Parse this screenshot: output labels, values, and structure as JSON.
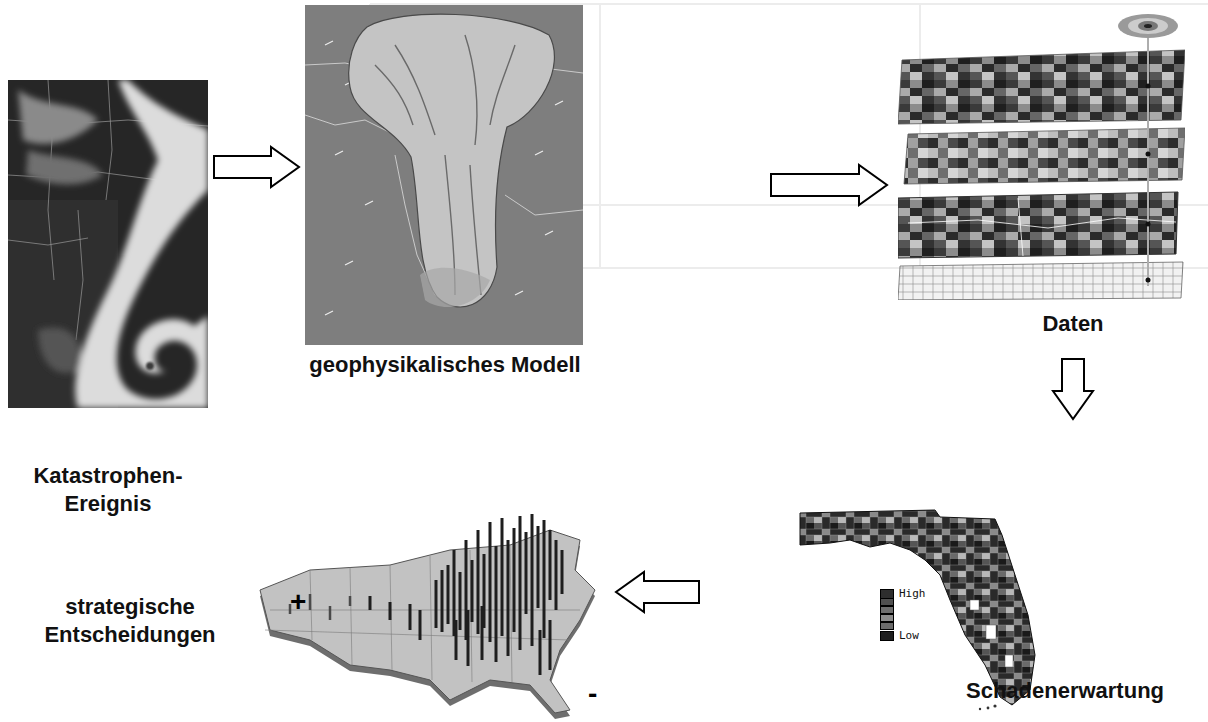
{
  "diagram": {
    "nodes": [
      {
        "text": [
          "Katastrophen-Ereignis"
        ]
      },
      {
        "text": [
          "geophysikalisches Modell"
        ]
      },
      {
        "text": [
          "Daten"
        ]
      },
      {
        "text": [
          "Schadenerwartung"
        ]
      },
      {
        "text": [
          "strategische Entscheidungen"
        ]
      }
    ],
    "edges": [
      {
        "from": 0,
        "to": 1,
        "arrow": "to"
      },
      {
        "from": 1,
        "to": 2,
        "arrow": "to"
      },
      {
        "from": 2,
        "to": 3,
        "arrow": "to"
      },
      {
        "from": 3,
        "to": 4,
        "arrow": "to"
      }
    ],
    "labels": [
      "+",
      "-"
    ],
    "legend": [
      {
        "text": "High",
        "color": "#2e2e2e"
      },
      {
        "text": "Low",
        "color": "#1e1e1e"
      }
    ]
  }
}
